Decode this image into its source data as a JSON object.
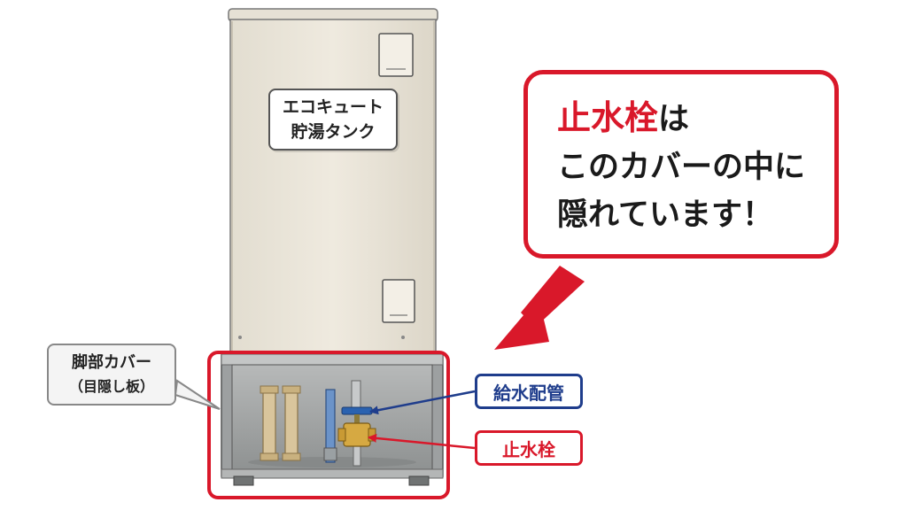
{
  "tank_label": {
    "line1": "エコキュート",
    "line2": "貯湯タンク"
  },
  "leg_cover_label": {
    "line1": "脚部カバー",
    "line2": "（目隠し板）"
  },
  "callout": {
    "highlight": "止水栓",
    "line1_rest": "は",
    "line2": "このカバーの中に",
    "line3": "隠れています！"
  },
  "tag_supply_pipe": "給水配管",
  "tag_stop_valve": "止水栓",
  "colors": {
    "accent_red": "#d9182a",
    "accent_blue": "#1f3d8c",
    "tank_body": "#ece7db",
    "frame_gray": "#8e9294"
  }
}
